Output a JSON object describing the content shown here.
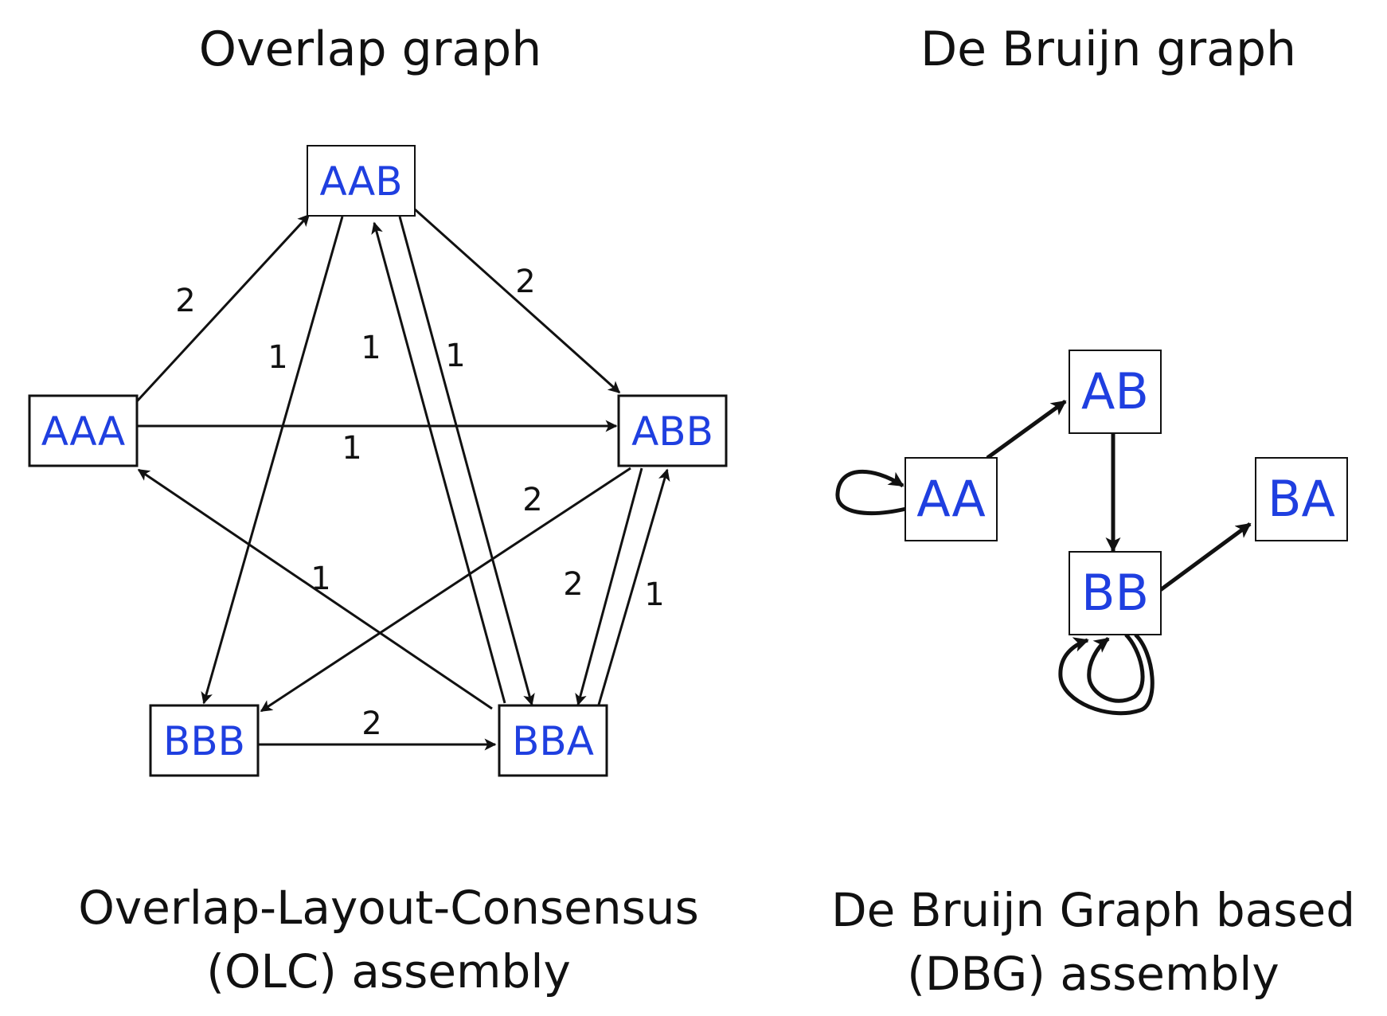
{
  "overlap": {
    "title": "Overlap graph",
    "caption_line1": "Overlap-Layout-Consensus",
    "caption_line2": "(OLC) assembly",
    "nodes": {
      "AAB": "AAB",
      "AAA": "AAA",
      "ABB": "ABB",
      "BBB": "BBB",
      "BBA": "BBA"
    },
    "edges": [
      {
        "from": "AAA",
        "to": "AAB",
        "weight": "2"
      },
      {
        "from": "AAA",
        "to": "ABB",
        "weight": "1"
      },
      {
        "from": "AAB",
        "to": "ABB",
        "weight": "2"
      },
      {
        "from": "AAB",
        "to": "BBB",
        "weight": "1"
      },
      {
        "from": "AAB",
        "to": "BBA",
        "weight": "1"
      },
      {
        "from": "BBA",
        "to": "AAB",
        "weight": "1"
      },
      {
        "from": "BBA",
        "to": "AAA",
        "weight": "1"
      },
      {
        "from": "ABB",
        "to": "BBB",
        "weight": "2"
      },
      {
        "from": "ABB",
        "to": "BBA",
        "weight": "2"
      },
      {
        "from": "BBA",
        "to": "ABB",
        "weight": "1"
      },
      {
        "from": "BBB",
        "to": "BBA",
        "weight": "2"
      }
    ]
  },
  "debruijn": {
    "title": "De Bruijn graph",
    "caption_line1": "De Bruijn Graph based",
    "caption_line2": "(DBG) assembly",
    "nodes": {
      "AB": "AB",
      "AA": "AA",
      "BA": "BA",
      "BB": "BB"
    },
    "edges": [
      {
        "from": "AA",
        "to": "AA"
      },
      {
        "from": "AA",
        "to": "AB"
      },
      {
        "from": "AB",
        "to": "BB"
      },
      {
        "from": "BB",
        "to": "BA"
      },
      {
        "from": "BB",
        "to": "BB"
      },
      {
        "from": "BB",
        "to": "BB"
      }
    ]
  },
  "colors": {
    "node_text": "#1f3fe0",
    "lines": "#111111"
  }
}
